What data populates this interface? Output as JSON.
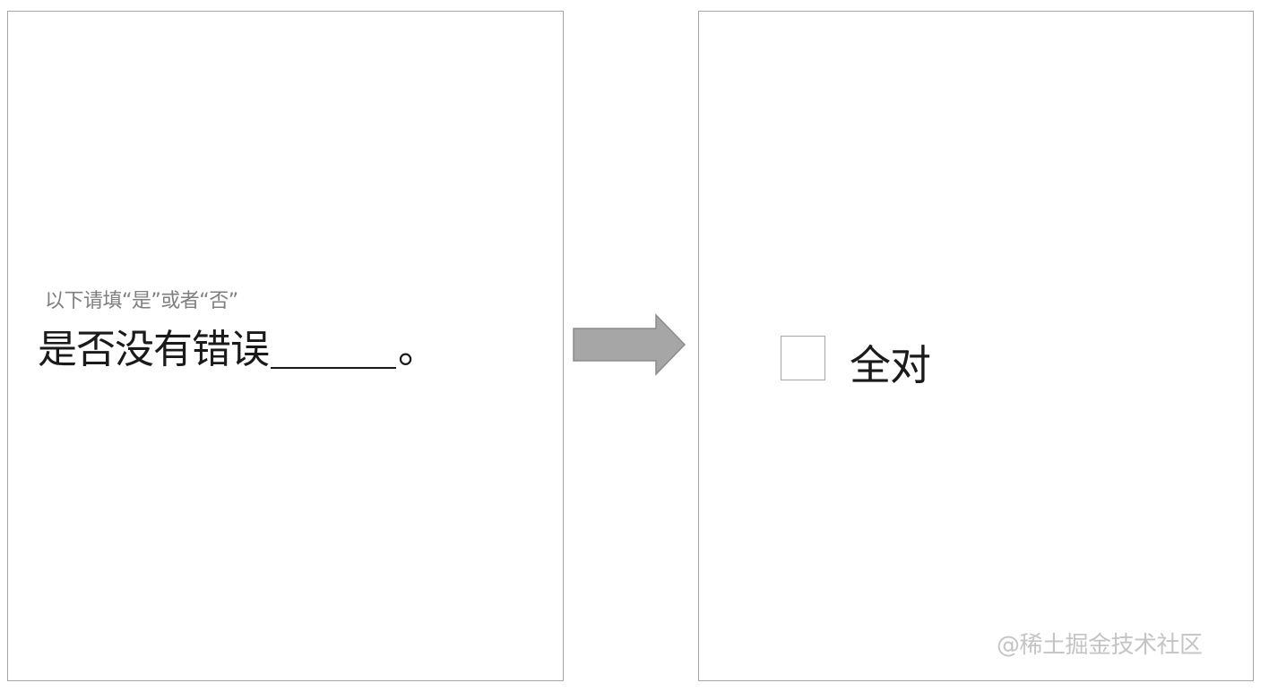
{
  "left_panel": {
    "instruction": "以下请填“是”或者“否”",
    "question_text": "是否没有错误",
    "question_end": "。"
  },
  "right_panel": {
    "checkbox_checked": false,
    "checkbox_label": "全对"
  },
  "watermark": "@稀土掘金技术社区",
  "colors": {
    "border": "#a6a6a6",
    "arrow_fill": "#a6a6a6",
    "arrow_stroke": "#8c8c8c",
    "text": "#1a1a1a",
    "instruction_text": "#7f7f7f",
    "watermark_text": "#c4c4c4"
  }
}
